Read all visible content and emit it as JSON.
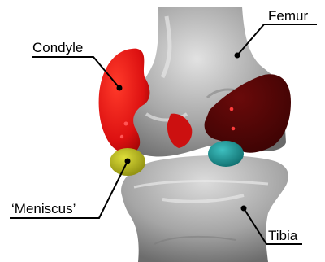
{
  "labels": {
    "femur": "Femur",
    "condyle": "Condyle",
    "meniscus": "‘Meniscus’",
    "tibia": "Tibia"
  },
  "colors": {
    "bone": "#a3a3a3",
    "bone_light": "#d4d4d4",
    "bone_dark": "#6e6e6e",
    "condyle_left": "#dd1111",
    "condyle_right": "#4a0505",
    "meniscus_left": "#b8b81a",
    "meniscus_right": "#1a8c8c",
    "label_text": "#000000"
  }
}
